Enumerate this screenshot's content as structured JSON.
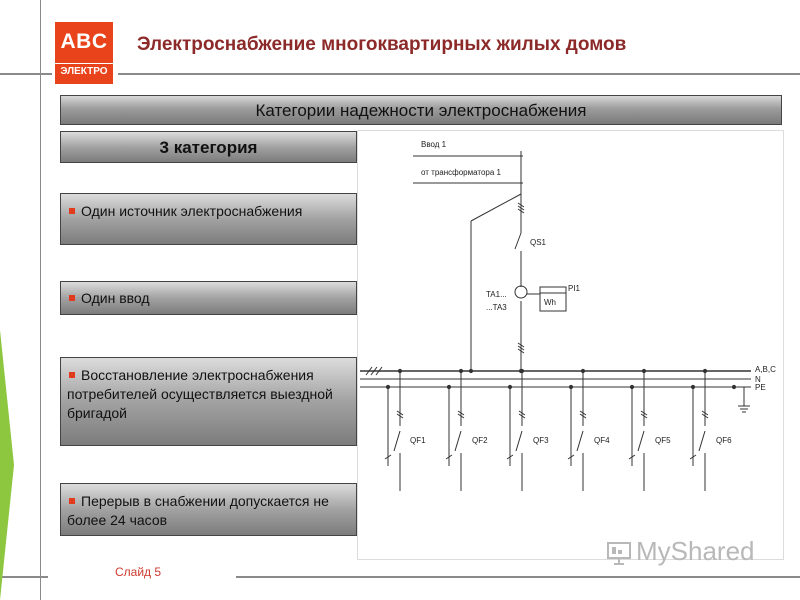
{
  "logo": {
    "top": "ABC",
    "bottom": "ЭЛЕКТРО"
  },
  "title": "Электроснабжение многоквартирных жилых домов",
  "banner": "Категории надежности электроснабжения",
  "category": "3 категория",
  "bullets": [
    "Один источник электроснабжения",
    "Один ввод",
    "Восстановление электроснабжения потребителей осуществляется выездной бригадой",
    "Перерыв в снабжении допускается не более 24 часов"
  ],
  "diagram": {
    "input_label": "Ввод 1",
    "source_label": "от трансформатора 1",
    "switch_label": "QS1",
    "ct_label_1": "TA1...",
    "ct_label_2": "...TA3",
    "meter_label": "PI1",
    "meter_symbol": "Wh",
    "bus_labels": [
      "A,B,C",
      "N",
      "PE"
    ],
    "feeders": [
      "QF1",
      "QF2",
      "QF3",
      "QF4",
      "QF5",
      "QF6"
    ]
  },
  "footer": {
    "slide": "Слайд 5"
  },
  "watermark": "MyShared",
  "colors": {
    "logo": "#e8431a",
    "title": "#8c2a2a",
    "bullet": "#e23a1c",
    "accent": "#8dc63f"
  }
}
